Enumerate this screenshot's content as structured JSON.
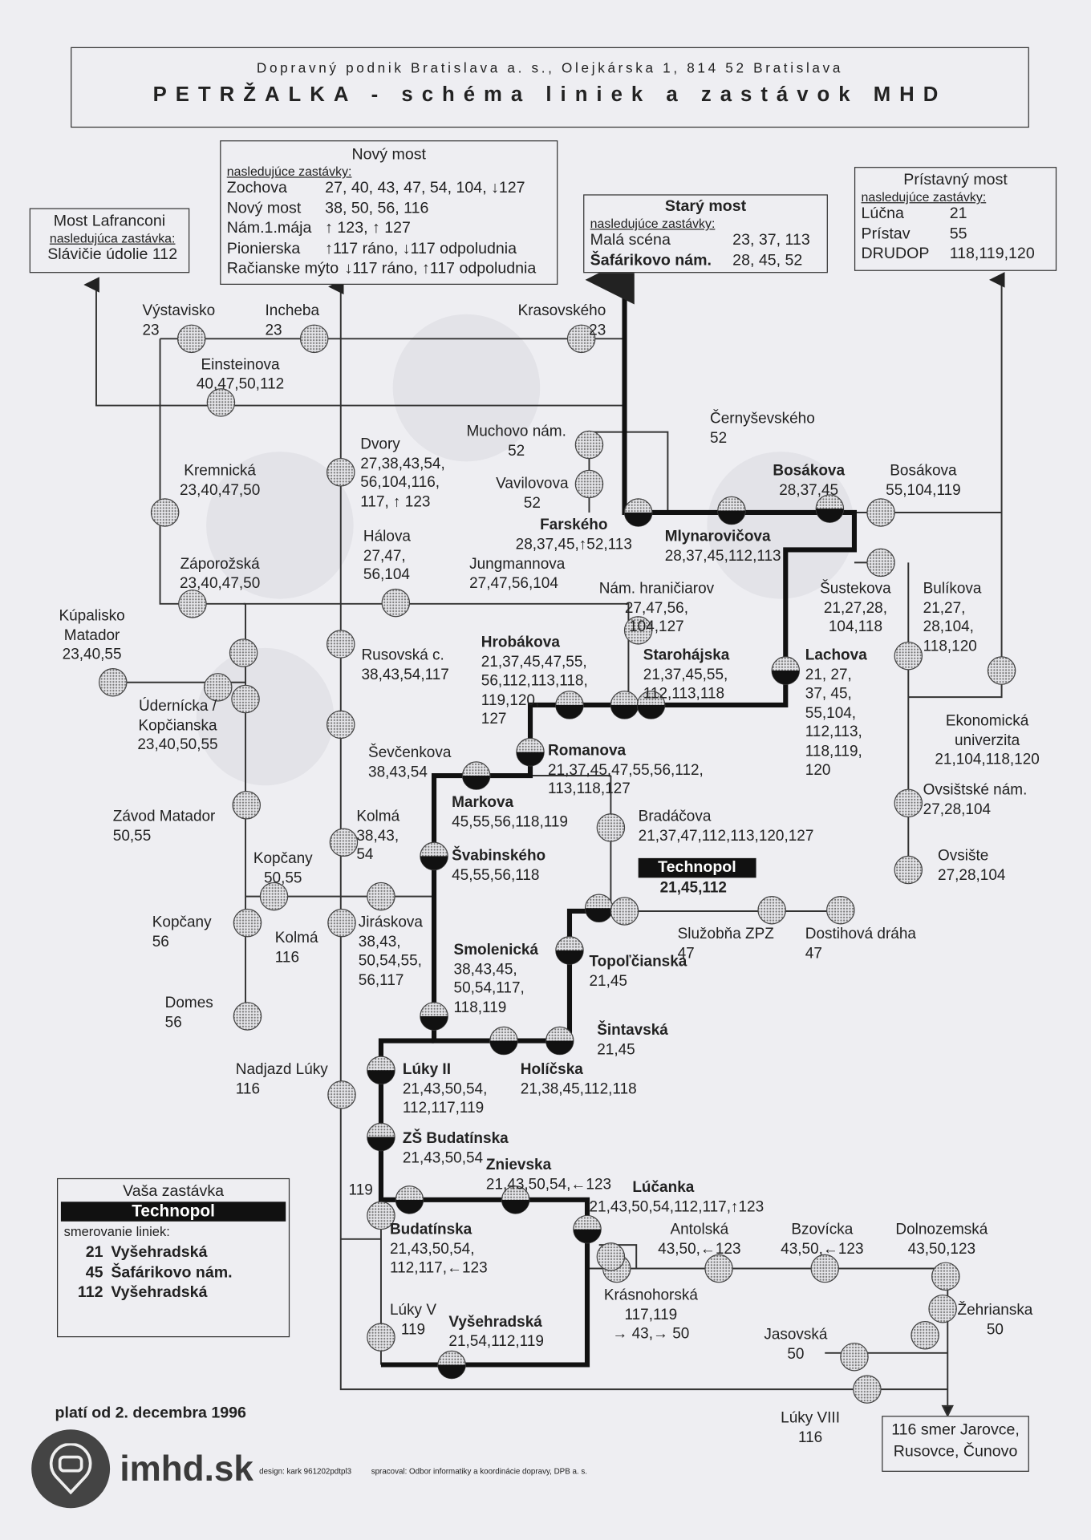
{
  "header": {
    "company": "Dopravný podnik Bratislava a. s., Olejkárska 1, 814 52 Bratislava",
    "title": "PETRŽALKA - schéma liniek a zastávok MHD"
  },
  "boxes": {
    "lafranconi": {
      "title": "Most Lafranconi",
      "sub": "nasledujúca zastávka:",
      "rows": [
        [
          "Slávičie údolie 112",
          ""
        ]
      ]
    },
    "novy_most": {
      "title": "Nový most",
      "sub": "nasledujúce zastávky:",
      "rows": [
        [
          "Zochova",
          "27, 40, 43, 47, 54, 104, ↓127"
        ],
        [
          "Nový most",
          "38, 50, 56, 116"
        ],
        [
          "Nám.1.mája",
          "↑ 123, ↑ 127"
        ],
        [
          "Pionierska",
          "↑117 ráno, ↓117 odpoludnia"
        ],
        [
          "Račianske mýto",
          "↓117 ráno, ↑117 odpoludnia"
        ]
      ]
    },
    "stary_most": {
      "title": "Starý most",
      "sub": "nasledujúce zastávky:",
      "rows": [
        [
          "Malá scéna",
          "23, 37, 113"
        ],
        [
          "Šafárikovo nám.",
          "28, 45, 52"
        ]
      ]
    },
    "pristavny_most": {
      "title": "Prístavný most",
      "sub": "nasledujúce zastávky:",
      "rows": [
        [
          "Lúčna",
          "21"
        ],
        [
          "Prístav",
          "55"
        ],
        [
          "DRUDOP",
          "118,119,120"
        ]
      ]
    },
    "terminus": {
      "lines": [
        "116 smer Jarovce,",
        "Rusovce, Čunovo"
      ]
    }
  },
  "legend": {
    "title": "Vaša zastávka",
    "stop": "Technopol",
    "sub": "smerovanie liniek:",
    "rows": [
      [
        "21",
        "Vyšehradská"
      ],
      [
        "45",
        "Šafárikovo nám."
      ],
      [
        "112",
        "Vyšehradská"
      ]
    ]
  },
  "stops": [
    {
      "name": "Výstavisko",
      "lines": "23"
    },
    {
      "name": "Incheba",
      "lines": "23"
    },
    {
      "name": "Krasovského",
      "lines": "23"
    },
    {
      "name": "Einsteinova",
      "lines": "40,47,50,112"
    },
    {
      "name": "Muchovo nám.",
      "lines": "52"
    },
    {
      "name": "Vavilovova",
      "lines": "52"
    },
    {
      "name": "Černyševského",
      "lines": "52"
    },
    {
      "name": "Kremnická",
      "lines": "23,40,47,50"
    },
    {
      "name": "Dvory",
      "lines": "27,38,43,54,\n56,104,116,\n117, ↑ 123"
    },
    {
      "name": "Farského",
      "lines": "28,37,45,↑52,113",
      "bold": true
    },
    {
      "name": "Mlynarovičova",
      "lines": "28,37,45,112,113",
      "bold": true
    },
    {
      "name": "Bosákova",
      "lines": "28,37,45",
      "bold": true
    },
    {
      "name": "Bosákova",
      "lines": "55,104,119"
    },
    {
      "name": "Hálova",
      "lines": "27,47,\n56,104"
    },
    {
      "name": "Jungmannova",
      "lines": "27,47,56,104"
    },
    {
      "name": "Záporožská",
      "lines": "23,40,47,50"
    },
    {
      "name": "Nám. hraničiarov",
      "lines": "27,47,56,\n104,127"
    },
    {
      "name": "Šustekova",
      "lines": "21,27,28,\n104,118"
    },
    {
      "name": "Bulíkova",
      "lines": "21,27,\n28,104,\n118,120"
    },
    {
      "name": "Kúpalisko\nMatador",
      "lines": "23,40,55"
    },
    {
      "name": "Rusovská c.",
      "lines": "38,43,54,117"
    },
    {
      "name": "Hrobákova",
      "lines": "21,37,45,47,55,\n56,112,113,118,\n119,120,\n127",
      "bold": true
    },
    {
      "name": "Starohájska",
      "lines": "21,37,45,55,\n112,113,118",
      "bold": true
    },
    {
      "name": "Lachova",
      "lines": "21, 27,\n37, 45,\n55,104,\n112,113,\n118,119,\n120",
      "bold": true
    },
    {
      "name": "Ekonomická\nuniverzita",
      "lines": "21,104,118,120"
    },
    {
      "name": "Údernícka /\nKopčianska",
      "lines": "23,40,50,55"
    },
    {
      "name": "Ševčenkova",
      "lines": "38,43,54"
    },
    {
      "name": "Romanova",
      "lines": "21,37,45,47,55,56,112,\n113,118,127",
      "bold": true
    },
    {
      "name": "Ovsištské nám.",
      "lines": "27,28,104"
    },
    {
      "name": "Markova",
      "lines": "45,55,56,118,119",
      "bold": true
    },
    {
      "name": "Bradáčova",
      "lines": "21,37,47,112,113,120,127"
    },
    {
      "name": "Závod Matador",
      "lines": "50,55"
    },
    {
      "name": "Kolmá",
      "lines": "38,43,\n54"
    },
    {
      "name": "Švabinského",
      "lines": "45,55,56,118",
      "bold": true
    },
    {
      "name": "Ovsište",
      "lines": "27,28,104"
    },
    {
      "name": "Technopol",
      "lines": "21,45,112",
      "bold": true
    },
    {
      "name": "Kopčany",
      "lines": "50,55"
    },
    {
      "name": "Kopčany",
      "lines": "56"
    },
    {
      "name": "Kolmá",
      "lines": "116"
    },
    {
      "name": "Jiráskova",
      "lines": "38,43,\n50,54,55,\n56,117"
    },
    {
      "name": "Služobňa ZPZ",
      "lines": "47"
    },
    {
      "name": "Dostihová dráha",
      "lines": "47"
    },
    {
      "name": "Smolenická",
      "lines": "38,43,45,\n50,54,117,\n118,119",
      "bold": true
    },
    {
      "name": "Topoľčianska",
      "lines": "21,45",
      "bold": true
    },
    {
      "name": "Domes",
      "lines": "56"
    },
    {
      "name": "Šintavská",
      "lines": "21,45",
      "bold": true
    },
    {
      "name": "Holíčska",
      "lines": "21,38,45,112,118",
      "bold": true
    },
    {
      "name": "Lúky II",
      "lines": "21,43,50,54,\n112,117,119",
      "bold": true
    },
    {
      "name": "Nadjazd Lúky",
      "lines": "116"
    },
    {
      "name": "ZŠ Budatínska",
      "lines": "21,43,50,54",
      "bold": true
    },
    {
      "name": "Znievska",
      "lines": "21,43,50,54,←123",
      "bold": true
    },
    {
      "name": "Lúčanka",
      "lines": "21,43,50,54,112,117,↑123",
      "bold": true
    },
    {
      "name": "Antolská",
      "lines": "43,50,←123"
    },
    {
      "name": "Bzovícka",
      "lines": "43,50,←123"
    },
    {
      "name": "Dolnozemská",
      "lines": "43,50,123"
    },
    {
      "name": "Budatínska",
      "lines": "21,43,50,54,\n112,117,←123",
      "bold": true
    },
    {
      "name": "",
      "lines": "119"
    },
    {
      "name": "Krásnohorská",
      "lines": "117,119\n→ 43,→ 50"
    },
    {
      "name": "Žehrianska",
      "lines": "50"
    },
    {
      "name": "Lúky V",
      "lines": "119"
    },
    {
      "name": "Vyšehradská",
      "lines": "21,54,112,119",
      "bold": true
    },
    {
      "name": "Jasovská",
      "lines": "50"
    },
    {
      "name": "Lúky VIII",
      "lines": "116"
    }
  ],
  "footer": {
    "valid_from": "platí od 2. decembra 1996",
    "design": "design: kark 961202pdtpl3",
    "credits": "spracoval: Odbor informatiky a koordinácie dopravy, DPB a. s.",
    "logo_text": "imhd.sk"
  },
  "colors": {
    "paper": "#eeeef2",
    "ink": "#222222",
    "route": "#111111",
    "stop_fill": "#bdbdc2"
  }
}
